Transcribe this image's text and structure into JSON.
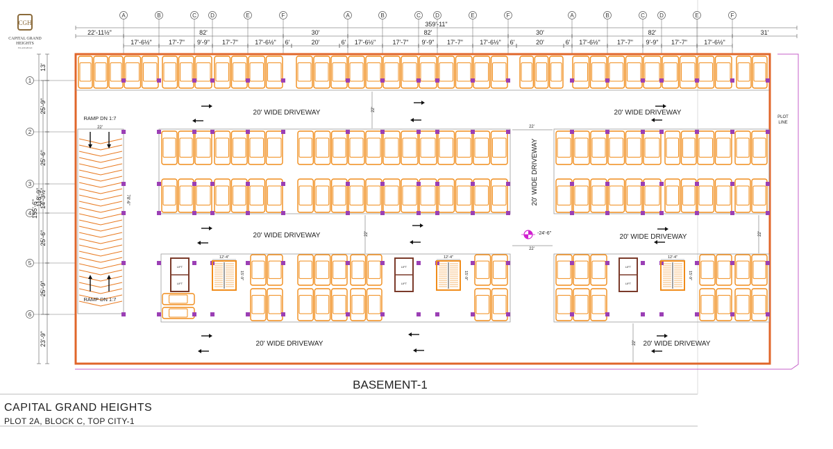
{
  "brand": {
    "monogram": "CGH",
    "name_line1": "CAPITAL GRAND",
    "name_line2": "HEIGHTS",
    "tagline": "ISLAMABAD"
  },
  "title": "BASEMENT-1",
  "project": {
    "name": "CAPITAL GRAND HEIGHTS",
    "address": "PLOT 2A, BLOCK C, TOP CITY-1"
  },
  "grid": {
    "columns": [
      "A",
      "B",
      "C",
      "D",
      "E",
      "F",
      "A",
      "B",
      "C",
      "D",
      "E",
      "F",
      "A",
      "B",
      "C",
      "D",
      "E",
      "F"
    ],
    "rows": [
      "1",
      "2",
      "3",
      "4",
      "5",
      "6"
    ]
  },
  "dims_top": {
    "overall": "359'-11\"",
    "segments": [
      "22'-11½\"",
      "82'",
      "30'",
      "82'",
      "30'",
      "82'",
      "31'"
    ],
    "bay_row": [
      "17'-6½\"",
      "17'-7\"",
      "9'-9\"",
      "17'-7\"",
      "17'-6½\"",
      "6'",
      "20'",
      "6'",
      "17'-6½\"",
      "17'-7\"",
      "9'-9\"",
      "17'-7\"",
      "17'-6½\"",
      "6'",
      "20'",
      "6'",
      "17'-6½\"",
      "17'-7\"",
      "9'-9\"",
      "17'-7\"",
      "17'-6½\""
    ]
  },
  "dims_left": {
    "segments": [
      "13'",
      "25'-9\"",
      "25'-6\"",
      "14'-3½\"",
      "25'-6\"",
      "25'-9\"",
      "23'-9\""
    ],
    "overall": [
      "155'-6\"",
      "118'-9\""
    ]
  },
  "labels": {
    "driveway": "20' WIDE DRIVEWAY",
    "driveway_vertical": "20' WIDE DRIVEWAY",
    "ramp": "RAMP DN 1:7",
    "plot_line": [
      "PLOT",
      "LINE"
    ],
    "gap_22": "22'",
    "stair_12": "12'-4\"",
    "stair_15": "15'-9\"",
    "ramp_len": "78'-6\"",
    "level": "-24'-6\"",
    "lift": "LIFT"
  },
  "colors": {
    "boundary": "#e0662a",
    "car": "#f08c1a",
    "column": "#9b3fb5",
    "plot_line": "#c45fc8",
    "ramp": "#e8791f"
  }
}
